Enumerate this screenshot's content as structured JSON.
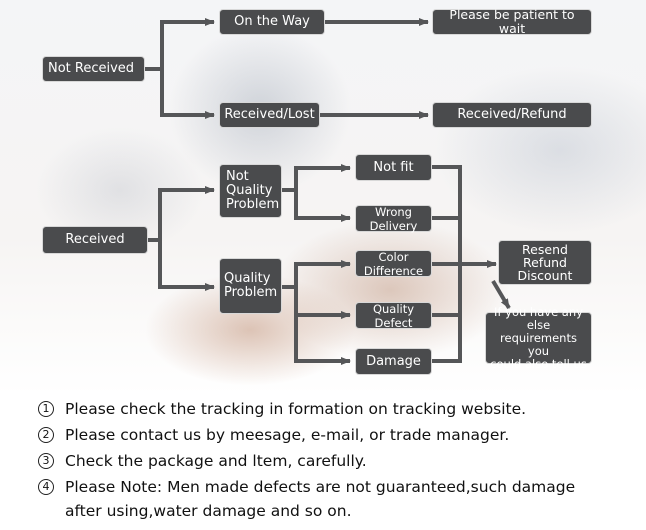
{
  "flow": {
    "not_received": "Not Received",
    "on_the_way": "On the Way",
    "please_wait": "Please be patient to wait",
    "received_lost": "Received/Lost",
    "received_refund": "Received/Refund",
    "received": "Received",
    "not_quality_problem": "Not\nQuality\nProblem",
    "quality_problem": "Quality\nProblem",
    "not_fit": "Not fit",
    "wrong_delivery": "Wrong Delivery",
    "color_difference": "Color Difference",
    "quality_defect": "Quality Defect",
    "damage": "Damage",
    "resend_refund_discount": "Resend\nRefund\nDiscount",
    "else_note": "If you have any else\nrequirements you\ncould also tell us"
  },
  "colors": {
    "box_fill": "#4a4b4d",
    "connector": "#555658"
  },
  "steps": [
    {
      "num": "1",
      "text": "Please check the tracking in formation on tracking website."
    },
    {
      "num": "2",
      "text": "Please contact us by meesage, e-mail, or trade manager."
    },
    {
      "num": "3",
      "text": "Check the package and ltem, carefully."
    },
    {
      "num": "4",
      "text": "Please Note: Men made defects  are not guaranteed,such damage",
      "cont": "after using,water damage and so on."
    }
  ]
}
